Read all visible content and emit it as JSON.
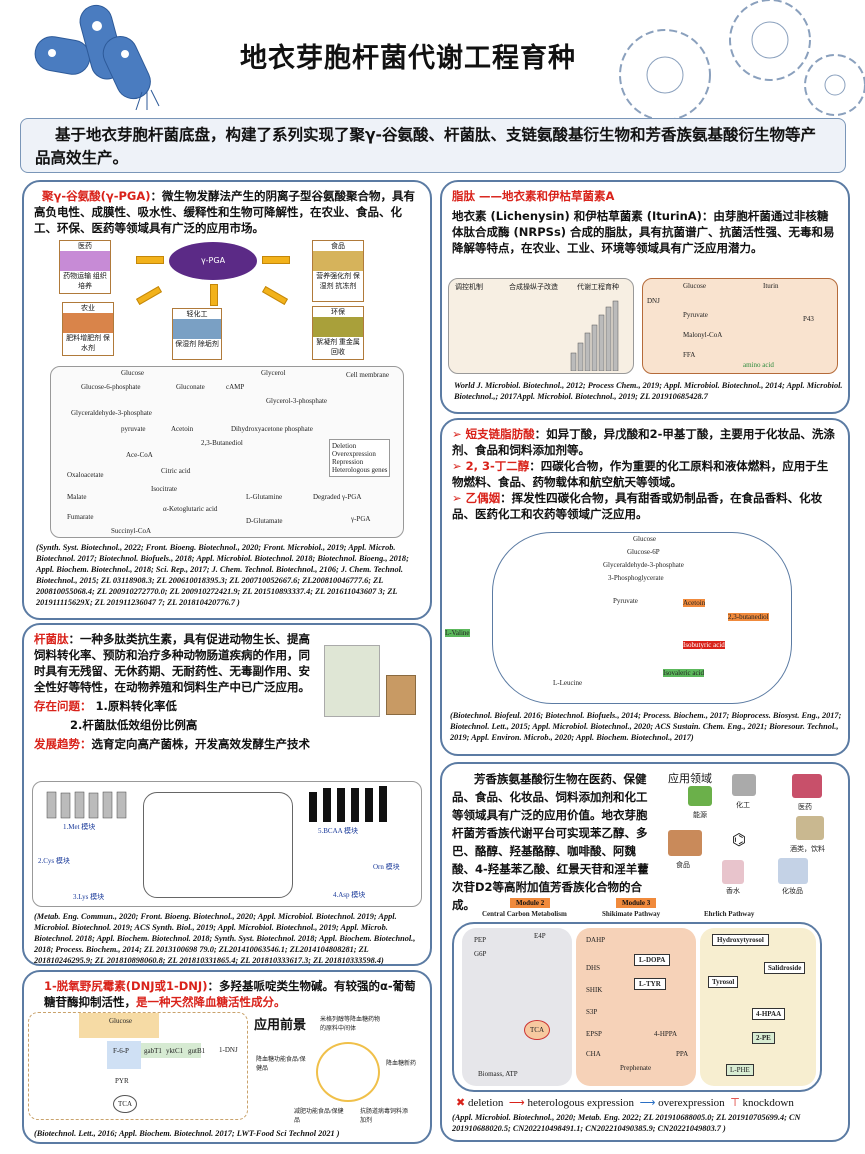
{
  "title": "地衣芽胞杆菌代谢工程育种",
  "banner": "基于地衣芽胞杆菌底盘，构建了系列实现了聚γ-谷氨酸、杆菌肽、支链氨酸基衍生物和芳香族氨基酸衍生物等产品高效生产。",
  "colors": {
    "accent_red": "#d9221a",
    "border_blue": "#5b7ba3",
    "arrow_yellow": "#f2b21b",
    "pga_purple": "#5b2a86"
  },
  "pga": {
    "term": "聚γ-谷氨酸(γ-PGA)",
    "desc": "：微生物发酵法产生的阴离子型谷氨酸聚合物，具有高负电性、成膜性、吸水性、缓释性和生物可降解性，在农业、食品、化工、环保、医药等领域具有广泛的应用市场。",
    "hub": "γ-PGA",
    "apps": [
      {
        "name": "医药",
        "uses": "药物运输 组织培养"
      },
      {
        "name": "食品",
        "uses": "营养强化剂 保湿剂 抗冻剂"
      },
      {
        "name": "农业",
        "uses": "肥料增肥剂 保水剂"
      },
      {
        "name": "轻化工",
        "uses": "保湿剂 除垢剂"
      },
      {
        "name": "环保",
        "uses": "絮凝剂 重金属回收"
      }
    ],
    "pathway_labels": [
      "Glucose",
      "Glycerol",
      "Glucose-6-phosphate",
      "Gluconate",
      "cAMP",
      "Glycerol-3-phosphate",
      "Glyceraldehyde-3-phosphate",
      "Dihydroxyacetone phosphate",
      "pyruvate",
      "Acetoin",
      "2,3-Butanediol",
      "Ace-CoA",
      "Citric acid",
      "Isocitrate",
      "α-Ketoglutaric acid",
      "L-Glutamine",
      "D-Glutamate",
      "γ-PGA",
      "Degraded γ-PGA",
      "Oxaloacetate",
      "Malate",
      "Fumarate",
      "Succinyl-CoA",
      "Cell membrane"
    ],
    "legend": [
      "Deletion",
      "Overexpression",
      "Repression",
      "Heterologous genes"
    ],
    "refs": "(Synth. Syst. Biotechnol., 2022; Front. Bioeng. Biotechnol., 2020; Front. Microbiol., 2019; Appl. Microb. Biotechnol. 2017; Biotechnol. Biofuels., 2018; Appl. Microbiol. Biotechnol. 2018; Biotechnol. Bioeng., 2018; Appl. Biochem. Biotechnol., 2018; Sci. Rep., 2017; J. Chem. Technol. Biotechnol., 2106; J. Chem. Technol. Biotechnol., 2015; ZL 03118908.3; ZL 200610018395.3; ZL 200710052667.6; ZL200810046777.6; ZL 200810055068.4; ZL 200910272770.0; ZL 200910272421.9; ZL 201510893337.4; ZL 201611043607 3; ZL 201911115629X; ZL 201911236047 7; ZL 201810420776.7 )"
  },
  "lipopeptide": {
    "heading": "脂肽 ——地衣素和伊枯草菌素A",
    "desc": "地衣素 (Lichenysin) 和伊枯草菌素 (IturinA)：由芽胞杆菌通过非核糖体肽合成酶 (NRPSs) 合成的脂肽，具有抗菌谱广、抗菌活性强、无毒和易降解等特点，在农业、工业、环境等领域具有广泛应用潜力。",
    "fig_labels": [
      "调控机制",
      "合成操纵子改造",
      "代谢工程育种",
      "Glucose",
      "Iturin",
      "DNJ",
      "Pyruvate",
      "Malonyl-CoA",
      "FFA",
      "P43",
      "amino acid"
    ],
    "refs": "World J. Microbiol. Biotechnol., 2012; Process Chem., 2019; Appl. Microbiol. Biotechnol., 2014; Appl. Microbiol. Biotechnol.,; 2017Appl. Microbiol. Biotechnol., 2019; ZL 201910685428.7"
  },
  "bcaa": {
    "items": [
      {
        "term": "短支链脂肪酸",
        "desc": "：如异丁酸，异戊酸和2-甲基丁酸，主要用于化妆品、洗涤剂、食品和饲料添加剂等。"
      },
      {
        "term": "2, 3-丁二醇",
        "desc": "：四碳化合物，作为重要的化工原料和液体燃料，应用于生物燃料、食品、药物载体和航空航天等领域。"
      },
      {
        "term": "乙偶姻",
        "desc": "：挥发性四碳化合物，具有甜香或奶制品香，在食品香料、化妆品、医药化工和农药等领域广泛应用。"
      }
    ],
    "fig_labels": [
      "Glucose",
      "Glucose-6P",
      "Glyceraldehyde-3-phosphate",
      "3-Phosphoglycerate",
      "Pyruvate",
      "Acetoin",
      "2,3-butanediol",
      "L-Valine",
      "L-Leucine",
      "Isobutyric acid",
      "Isovaleric acid"
    ],
    "refs": "(Biotechnol. Biofeul. 2016; Biotechnol. Biofuels., 2014; Process. Biochem., 2017; Bioprocess. Biosyst. Eng., 2017; Biotechnol. Lett., 2015; Appl. Microbiol. Biotechnol., 2020; ACS Sustain. Chem. Eng., 2021; Bioresour. Technol., 2019; Appl. Environ. Microb., 2020; Appl. Biochem. Biotechnol., 2017)"
  },
  "bacitracin": {
    "term": "杆菌肽",
    "desc": "：一种多肽类抗生素，具有促进动物生长、提高饲料转化率、预防和治疗多种动物肠道疾病的作用，同时具有无残留、无休药期、无耐药性、无毒副作用、安全性好等特性，在动物养殖和饲料生产中已广泛应用。",
    "problems_label": "存在问题：",
    "problems": [
      "1.原料转化率低",
      "2.杆菌肽低效组份比例高"
    ],
    "trend_label": "发展趋势：",
    "trend": "选育定向高产菌株，开发高效发酵生产技术",
    "fig_labels": [
      "1.Met 模块",
      "2.Cys 模块",
      "3.Lys 模块",
      "4.Asp 模块",
      "5.BCAA 模块",
      "Orn 模块"
    ],
    "refs": "(Metab. Eng. Commun., 2020; Front. Bioeng. Biotechnol., 2020; Appl. Microbiol. Biotechnol. 2019; Appl. Microbiol. Biotechnol. 2019; ACS Synth. Biol., 2019; Appl. Microbiol. Biotechnol., 2019; Appl. Microb. Biotechnol. 2018; Appl. Biochem. Biotechnol. 2018; Synth. Syst. Biotechnol. 2018; Appl. Biochem. Biotechnol., 2018; Process. Biochem., 2014; ZL 2013100698 79.0; ZL201410063546.1; ZL2014104808281; ZL 201810246295.9; ZL 201810898060.8; ZL 201810331865.4; ZL 201810333617.3; ZL 201810333598.4)"
  },
  "dnj": {
    "term": "1-脱氧野尻霉素(DNJ或1-DNJ)",
    "desc": "：多羟基哌啶类生物碱。有较强的α-葡萄糖苷酶抑制活性，",
    "highlight": "是一种天然降血糖活性成分。",
    "fig_labels": [
      "Glucose",
      "F-6-P",
      "TCA",
      "1-DNJ",
      "PYR",
      "gabT1",
      "yktC1",
      "gutB1"
    ],
    "prospect_title": "应用前景",
    "prospects": [
      "米格列醇等降血糖药物的原料中间体",
      "降血糖新药",
      "抗肠道病毒饲料添加剂",
      "减肥功能食品/保健品",
      "降血糖功能食品/保健品"
    ],
    "refs": "(Biotechnol. Lett., 2016; Appl. Biochem. Biotechnol. 2017; LWT-Food Sci Technol 2021 )"
  },
  "aromatic": {
    "desc": "芳香族氨基酸衍生物在医药、保健品、食品、化妆品、饲料添加剂和化工等领域具有广泛的应用价值。地衣芽胞杆菌芳香族代谢平台可实现苯乙醇、多巴、酪醇、羟基酪醇、咖啡酸、阿魏酸、4-羟基苯乙酸、红景天苷和淫羊藿次苷D2等高附加值芳香族化合物的合成。",
    "app_title": "应用领域",
    "apps": [
      "化工",
      "医药",
      "酒类，饮料",
      "化妆品",
      "香水",
      "食品",
      "能源"
    ],
    "modules": [
      {
        "tag": "Module 2",
        "name": "Central Carbon Metabolism"
      },
      {
        "tag": "Module 3",
        "name": "Shikimate Pathway"
      },
      {
        "tag": "",
        "name": "Ehrlich Pathway"
      }
    ],
    "fig_labels": [
      "PEP",
      "G6P",
      "E4P",
      "DAHP",
      "DHS",
      "SHIK",
      "S3P",
      "EPSP",
      "CHA",
      "Prephenate",
      "4-HPPA",
      "PPA",
      "TCA",
      "L-DOPA",
      "L-TYR",
      "Hydroxytyrosol",
      "Tyrosol",
      "Salidroside",
      "4-HPAA",
      "2-PE",
      "L-PHE",
      "Biomass, ATP"
    ],
    "legend": [
      "deletion",
      "heterologous expression",
      "overexpression",
      "knockdown"
    ],
    "refs": "(Appl. Microbiol. Biotechnol., 2020; Metab. Eng. 2022; ZL 201910688005.0; ZL 201910705699.4; CN 201910688020.5; CN202210498491.1; CN202210490385.9; CN20221049803.7 )"
  }
}
